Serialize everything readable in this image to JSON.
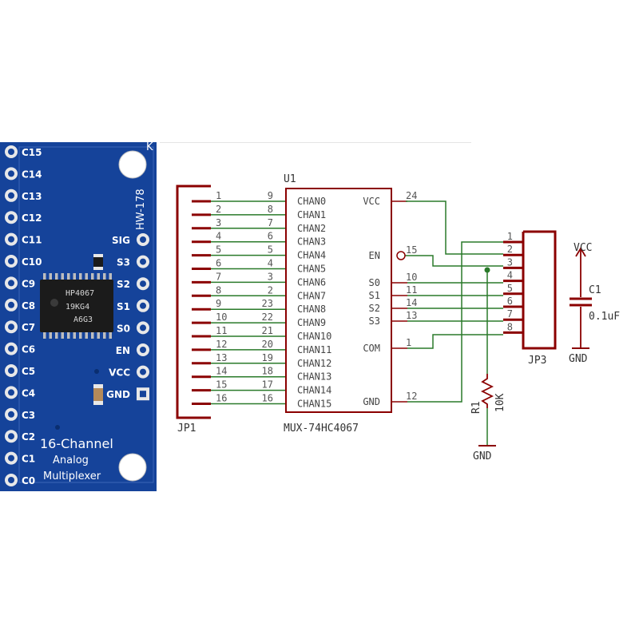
{
  "board": {
    "left_pins": [
      "C15",
      "C14",
      "C13",
      "C12",
      "C11",
      "C10",
      "C9",
      "C8",
      "C7",
      "C6",
      "C5",
      "C4",
      "C3",
      "C2",
      "C1",
      "C0"
    ],
    "right_pins": [
      "SIG",
      "S3",
      "S2",
      "S1",
      "S0",
      "EN",
      "VCC",
      "GND"
    ],
    "chip_line1": "HP4067",
    "chip_line2": "19KG4",
    "chip_line3": "A6G3",
    "model": "HW-178",
    "corner_mark": "K",
    "title_line1": "16-Channel",
    "title_line2": "Analog",
    "title_line3": "Multiplexer",
    "colors": {
      "pcb": "#15439a",
      "pad": "#e8e8e8",
      "wire": "#2a7a2a",
      "part": "#8b0000"
    }
  },
  "schematic": {
    "u1_ref": "U1",
    "u1_part": "MUX-74HC4067",
    "jp1_label": "JP1",
    "jp3_label": "JP3",
    "jp1_pin_numbers": [
      "1",
      "2",
      "3",
      "4",
      "5",
      "6",
      "7",
      "8",
      "9",
      "10",
      "11",
      "12",
      "13",
      "14",
      "15",
      "16"
    ],
    "chan_pin_numbers": [
      "9",
      "8",
      "7",
      "6",
      "5",
      "4",
      "3",
      "2",
      "23",
      "22",
      "21",
      "20",
      "19",
      "18",
      "17",
      "16"
    ],
    "chan_labels": [
      "CHAN0",
      "CHAN1",
      "CHAN2",
      "CHAN3",
      "CHAN4",
      "CHAN5",
      "CHAN6",
      "CHAN7",
      "CHAN8",
      "CHAN9",
      "CHAN10",
      "CHAN11",
      "CHAN12",
      "CHAN13",
      "CHAN14",
      "CHAN15"
    ],
    "right_pins": [
      {
        "label": "VCC",
        "num": "24"
      },
      {
        "label": "EN",
        "num": "15"
      },
      {
        "label": "S0",
        "num": "10"
      },
      {
        "label": "S1",
        "num": "11"
      },
      {
        "label": "S2",
        "num": "14"
      },
      {
        "label": "S3",
        "num": "13"
      },
      {
        "label": "COM",
        "num": "1"
      },
      {
        "label": "GND",
        "num": "12"
      }
    ],
    "jp3_pin_numbers": [
      "1",
      "2",
      "3",
      "4",
      "5",
      "6",
      "7",
      "8"
    ],
    "r1_ref": "R1",
    "r1_value": "10K",
    "r1_gnd": "GND",
    "vcc_label": "VCC",
    "c1_ref": "C1",
    "c1_value": "0.1uF",
    "c1_gnd": "GND"
  }
}
